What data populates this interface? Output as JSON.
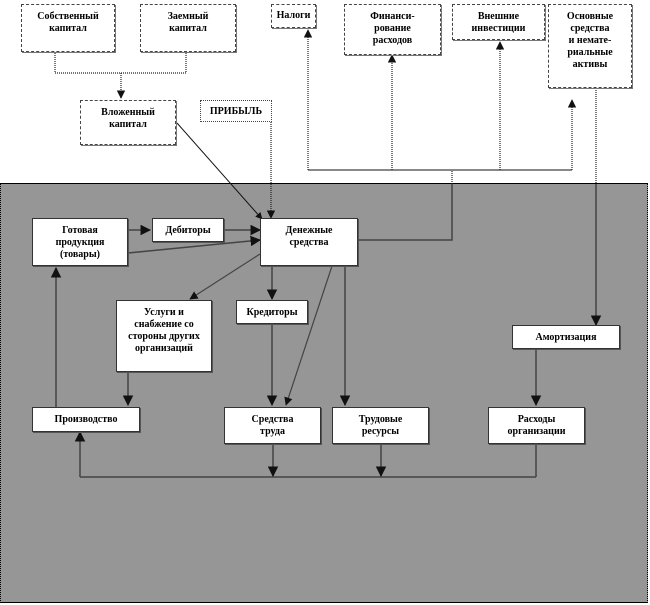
{
  "diagram": {
    "title": "",
    "background_region_color": "#969696",
    "nodes": {
      "own_capital": "Собственный\nкапитал",
      "borrowed_capital": "Заемный\nкапитал",
      "invested_capital": "Вложенный\nкапитал",
      "profit": "ПРИБЫЛЬ",
      "taxes": "Налоги",
      "financing_expenses": "Финанси-\nрование\nрасходов",
      "external_investments": "Внешние\nинвестиции",
      "fixed_assets": "Основные\nсредства\nи немате-\nриальные\nактивы",
      "finished_goods": "Готовая\nпродукция\n(товары)",
      "debtors": "Дебиторы",
      "cash": "Денежные\nсредства",
      "services": "Услуги и\nснабжение со\nстороны других\nорганизаций",
      "creditors": "Кредиторы",
      "depreciation": "Амортизация",
      "production": "Производство",
      "means_of_labor": "Средства\nтруда",
      "labor_resources": "Трудовые\nресурсы",
      "org_expenses": "Расходы\nорганизации"
    }
  }
}
